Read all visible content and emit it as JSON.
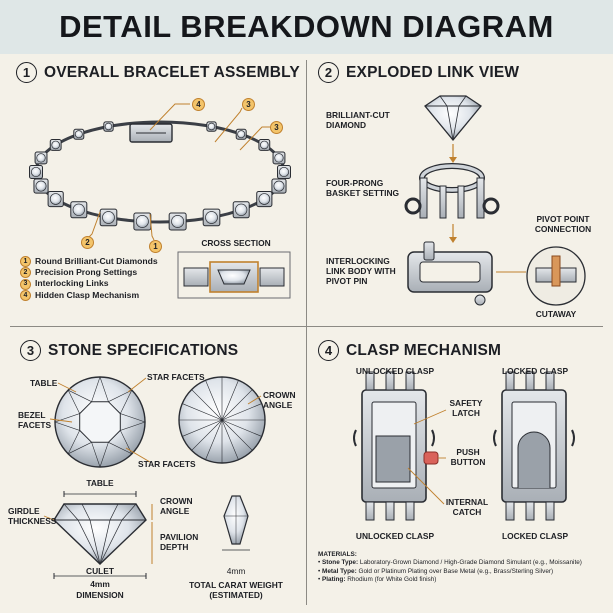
{
  "title": "DETAIL BREAKDOWN DIAGRAM",
  "sections": [
    {
      "num": "1",
      "title": "OVERALL BRACELET ASSEMBLY"
    },
    {
      "num": "2",
      "title": "EXPLODED LINK VIEW"
    },
    {
      "num": "3",
      "title": "STONE SPECIFICATIONS"
    },
    {
      "num": "4",
      "title": "CLASP MECHANISM"
    }
  ],
  "assembly": {
    "callouts": [
      "4",
      "3",
      "3",
      "2",
      "1"
    ],
    "cross_section_label": "CROSS SECTION",
    "legend": [
      {
        "num": "1",
        "text": "Round Brilliant-Cut Diamonds"
      },
      {
        "num": "2",
        "text": "Precision Prong Settings"
      },
      {
        "num": "3",
        "text": "Interlocking Links"
      },
      {
        "num": "4",
        "text": "Hidden Clasp Mechanism"
      }
    ]
  },
  "exploded": {
    "diamond": "BRILLIANT-CUT DIAMOND",
    "setting": "FOUR-PRONG BASKET SETTING",
    "link": "INTERLOCKING LINK BODY WITH PIVOT PIN",
    "pivot": "PIVOT POINT CONNECTION",
    "cutaway": "CUTAWAY"
  },
  "stone": {
    "table": "TABLE",
    "star_facets_top": "STAR FACETS",
    "bezel_facets": "BEZEL FACETS",
    "star_facets_bottom": "STAR FACETS",
    "crown_angle_top": "CROWN ANGLE",
    "table_side": "TABLE",
    "girdle": "GIRDLE THICKNESS",
    "crown_angle_side": "CROWN ANGLE",
    "pavilion_depth": "PAVILION DEPTH",
    "culet": "CULET",
    "dim_value": "4mm",
    "dimension": "DIMENSION",
    "small_dim": "4mm",
    "carat": "TOTAL CARAT WEIGHT (ESTIMATED)"
  },
  "clasp": {
    "unlocked_top": "UNLOCKED CLASP",
    "locked_top": "LOCKED CLASP",
    "safety_latch": "SAFETY LATCH",
    "push_button": "PUSH BUTTON",
    "internal_catch": "INTERNAL CATCH",
    "unlocked_bottom": "UNLOCKED CLASP",
    "locked_bottom": "LOCKED CLASP"
  },
  "materials": {
    "heading": "MATERIALS:",
    "items": [
      {
        "label": "Stone Type:",
        "text": "Laboratory-Grown Diamond / High-Grade Diamond Simulant (e.g., Moissanite)"
      },
      {
        "label": "Metal Type:",
        "text": "Gold or Platinum Plating over Base Metal (e.g., Brass/Sterling Silver)"
      },
      {
        "label": "Plating:",
        "text": "Rhodium (for White Gold finish)"
      }
    ]
  },
  "colors": {
    "accent": "#c0812e",
    "badge": "#f3c46a",
    "metal": "#c9ced3",
    "button": "#d9625a",
    "bg": "#f4f1e8"
  }
}
